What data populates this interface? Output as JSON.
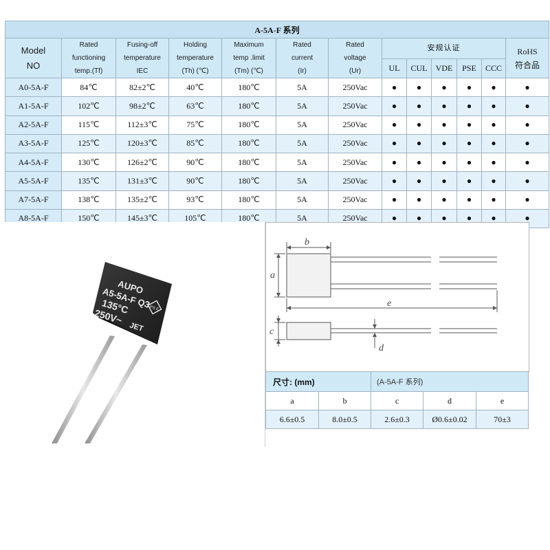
{
  "spec_table": {
    "title": "A-5A-F 系列",
    "headers": {
      "model": [
        "Model",
        "NO"
      ],
      "tf": [
        "Rated",
        "functioning",
        "temp.(Tf)"
      ],
      "fusing": [
        "Fusing-off",
        "temperature",
        "IEC"
      ],
      "holding": [
        "Holding",
        "temperature",
        "(Th) (℃)"
      ],
      "max": [
        "Maximum",
        "temp .limit",
        "(Tm) (℃)"
      ],
      "current": [
        "Rated",
        "current",
        "(Ir)"
      ],
      "voltage": [
        "Rated",
        "voltage",
        "(Ur)"
      ],
      "cert_group": "安规认证",
      "certs": [
        "UL",
        "CUL",
        "VDE",
        "PSE",
        "CCC"
      ],
      "rohs": [
        "RoHS",
        "符合品"
      ]
    },
    "rows": [
      {
        "model": "A0-5A-F",
        "tf": "84℃",
        "fusing": "82±2℃",
        "holding": "40℃",
        "max": "180℃",
        "current": "5A",
        "voltage": "250Vac",
        "ul": "●",
        "cul": "●",
        "vde": "●",
        "pse": "●",
        "ccc": "●",
        "rohs": "●"
      },
      {
        "model": "A1-5A-F",
        "tf": "102℃",
        "fusing": "98±2℃",
        "holding": "63℃",
        "max": "180℃",
        "current": "5A",
        "voltage": "250Vac",
        "ul": "●",
        "cul": "●",
        "vde": "●",
        "pse": "●",
        "ccc": "●",
        "rohs": "●"
      },
      {
        "model": "A2-5A-F",
        "tf": "115℃",
        "fusing": "112±3℃",
        "holding": "75℃",
        "max": "180℃",
        "current": "5A",
        "voltage": "250Vac",
        "ul": "●",
        "cul": "●",
        "vde": "●",
        "pse": "●",
        "ccc": "●",
        "rohs": "●"
      },
      {
        "model": "A3-5A-F",
        "tf": "125℃",
        "fusing": "120±3℃",
        "holding": "85℃",
        "max": "180℃",
        "current": "5A",
        "voltage": "250Vac",
        "ul": "●",
        "cul": "●",
        "vde": "●",
        "pse": "●",
        "ccc": "●",
        "rohs": "●"
      },
      {
        "model": "A4-5A-F",
        "tf": "130℃",
        "fusing": "126±2℃",
        "holding": "90℃",
        "max": "180℃",
        "current": "5A",
        "voltage": "250Vac",
        "ul": "●",
        "cul": "●",
        "vde": "●",
        "pse": "●",
        "ccc": "●",
        "rohs": "●"
      },
      {
        "model": "A5-5A-F",
        "tf": "135℃",
        "fusing": "131±3℃",
        "holding": "90℃",
        "max": "180℃",
        "current": "5A",
        "voltage": "250Vac",
        "ul": "●",
        "cul": "●",
        "vde": "●",
        "pse": "●",
        "ccc": "●",
        "rohs": "●"
      },
      {
        "model": "A7-5A-F",
        "tf": "138℃",
        "fusing": "135±2℃",
        "holding": "93℃",
        "max": "180℃",
        "current": "5A",
        "voltage": "250Vac",
        "ul": "●",
        "cul": "●",
        "vde": "●",
        "pse": "●",
        "ccc": "●",
        "rohs": "●"
      },
      {
        "model": "A8-5A-F",
        "tf": "150℃",
        "fusing": "145±3℃",
        "holding": "105℃",
        "max": "180℃",
        "current": "5A",
        "voltage": "250Vac",
        "ul": "●",
        "cul": "●",
        "vde": "●",
        "pse": "●",
        "ccc": "●",
        "rohs": "●"
      }
    ]
  },
  "photo": {
    "brand": "AUPO",
    "model": "A5-5A-F Q3",
    "temp": "135°C",
    "voltage": "250V~",
    "maker": "JET",
    "mark": "PS E"
  },
  "drawing": {
    "label_a": "a",
    "label_b": "b",
    "label_c": "c",
    "label_d": "d",
    "label_e": "e"
  },
  "dimensions": {
    "label": "尺寸: (mm)",
    "series": "(A-5A-F 系列)",
    "headers": [
      "a",
      "b",
      "c",
      "d",
      "e"
    ],
    "values": [
      "6.6±0.5",
      "8.0±0.5",
      "2.6±0.3",
      "Ø0.6±0.02",
      "70±3"
    ]
  },
  "colors": {
    "header_bg": "#cfe9f7",
    "row_alt_bg": "#e3f1fa",
    "grid": "#9fb3c2",
    "component_body": "#1c1c1c"
  }
}
